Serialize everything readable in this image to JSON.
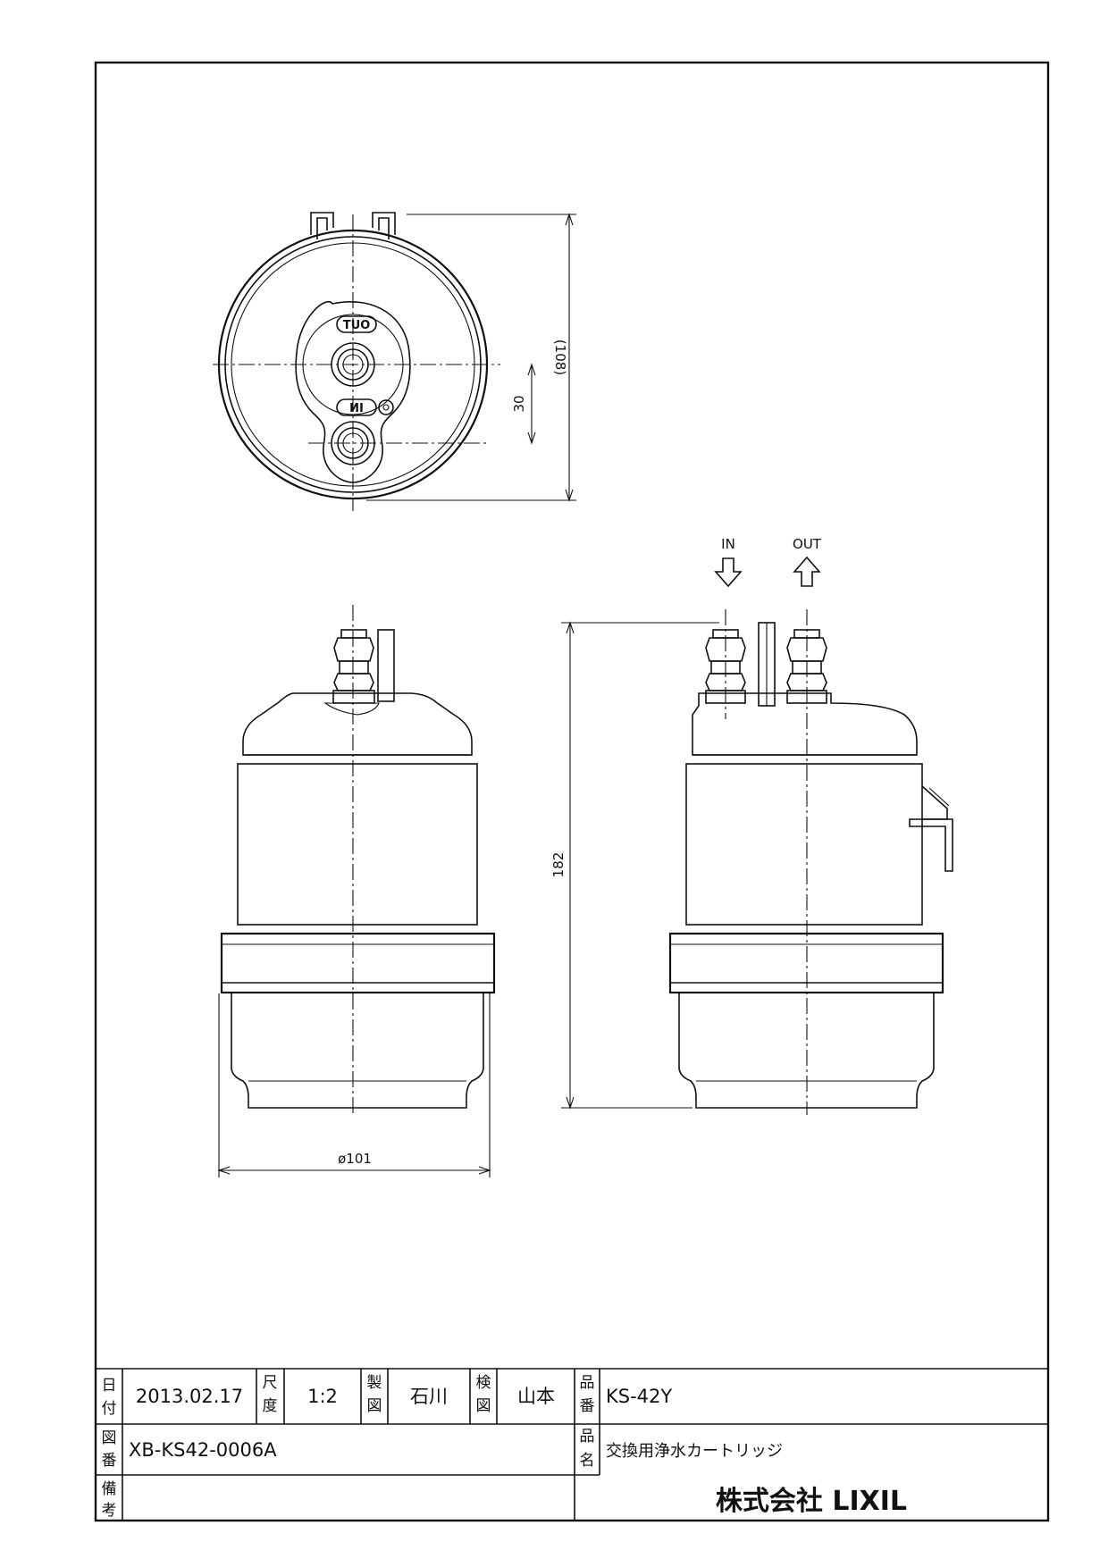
{
  "drawing": {
    "dimensions": {
      "top_view_overall": "(108)",
      "port_spacing": "30",
      "height": "182",
      "diameter": "ø101"
    },
    "port_labels": {
      "out_badge": "OUT",
      "in_badge": "IN",
      "arrow_in": "IN",
      "arrow_out": "OUT"
    }
  },
  "title_block": {
    "date_label": [
      "日",
      "付"
    ],
    "date_value": "2013.02.17",
    "scale_label": [
      "尺",
      "度"
    ],
    "scale_value": "1:2",
    "drawn_label": [
      "製",
      "図"
    ],
    "drawn_value": "石川",
    "checked_label": [
      "検",
      "図"
    ],
    "checked_value": "山本",
    "part_no_label": [
      "品",
      "番"
    ],
    "part_no_value": "KS-42Y",
    "drawing_no_label": [
      "図",
      "番"
    ],
    "drawing_no_value": "XB-KS42-0006A",
    "product_name_label": [
      "品",
      "名"
    ],
    "product_name_value": "交換用浄水カートリッジ",
    "remarks_label": [
      "備",
      "考"
    ],
    "remarks_value": "",
    "company": "株式会社 LIXIL"
  }
}
